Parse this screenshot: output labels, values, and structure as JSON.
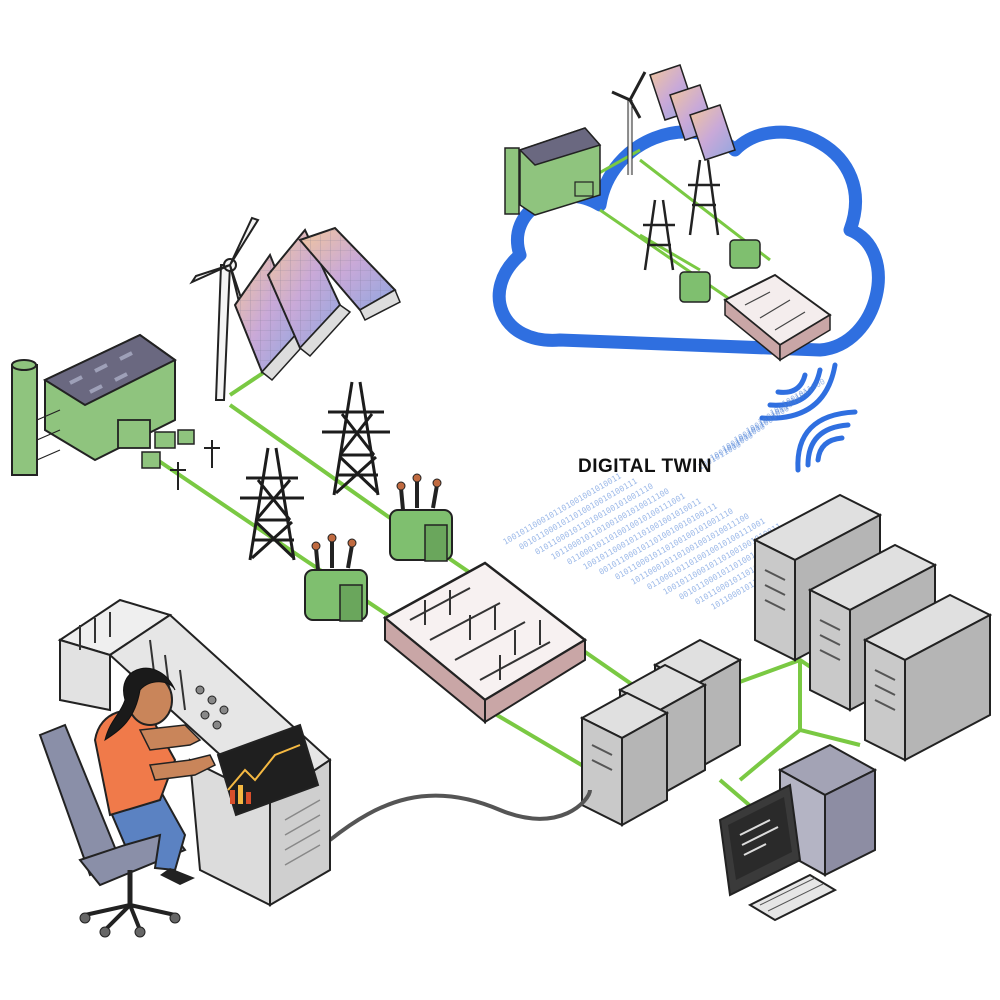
{
  "diagram": {
    "title": "DIGITAL TWIN",
    "binary_stream": "1001011000101101001001010011",
    "colors": {
      "cloud_outline": "#2f6fe0",
      "wifi": "#2f6fe0",
      "connection_line": "#7ac943",
      "building_green": "#8fc47e",
      "building_roof": "#6a6880",
      "transformer_green": "#7fbf6f",
      "substation_frame": "#c9a6a6",
      "server_gray": "#c9c9c9",
      "operator_shirt": "#f07a4a",
      "operator_jeans": "#5b82c2",
      "chair": "#8a8fa8",
      "monitor_screen": "#2a2a2a",
      "console": "#e6e6e6"
    },
    "icons": [
      "power-plant-icon",
      "wind-turbine-icon",
      "solar-panel-icon",
      "transmission-tower-icon",
      "transformer-icon",
      "substation-icon",
      "cloud-icon",
      "wifi-signal-icon",
      "server-rack-icon",
      "desktop-computer-icon",
      "control-console-icon",
      "operator-figure"
    ]
  }
}
